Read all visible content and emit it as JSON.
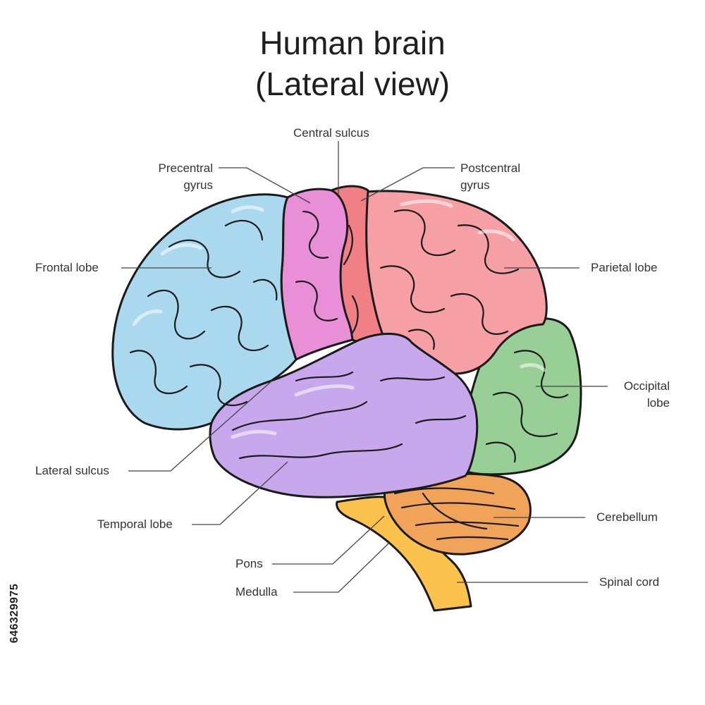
{
  "title": {
    "line1": "Human brain",
    "line2": "(Lateral view)"
  },
  "labels": {
    "central_sulcus": "Central sulcus",
    "precentral_gyrus": [
      "Precentral",
      "gyrus"
    ],
    "postcentral_gyrus": [
      "Postcentral",
      "gyrus"
    ],
    "frontal_lobe": "Frontal lobe",
    "parietal_lobe": "Parietal lobe",
    "occipital_lobe": [
      "Occipital",
      "lobe"
    ],
    "lateral_sulcus": "Lateral sulcus",
    "temporal_lobe": "Temporal lobe",
    "cerebellum": "Cerebellum",
    "pons": "Pons",
    "medulla": "Medulla",
    "spinal_cord": "Spinal cord"
  },
  "image_id": "646329975",
  "region_colors": {
    "frontal_lobe": "#a9d8ef",
    "precentral_gyrus": "#e98fd8",
    "postcentral_gyrus": "#f07f86",
    "parietal_lobe": "#f6a0a5",
    "occipital_lobe": "#97cf96",
    "temporal_lobe": "#c7a8ec",
    "cerebellum": "#f2a35a",
    "brainstem": "#fbc24d"
  }
}
